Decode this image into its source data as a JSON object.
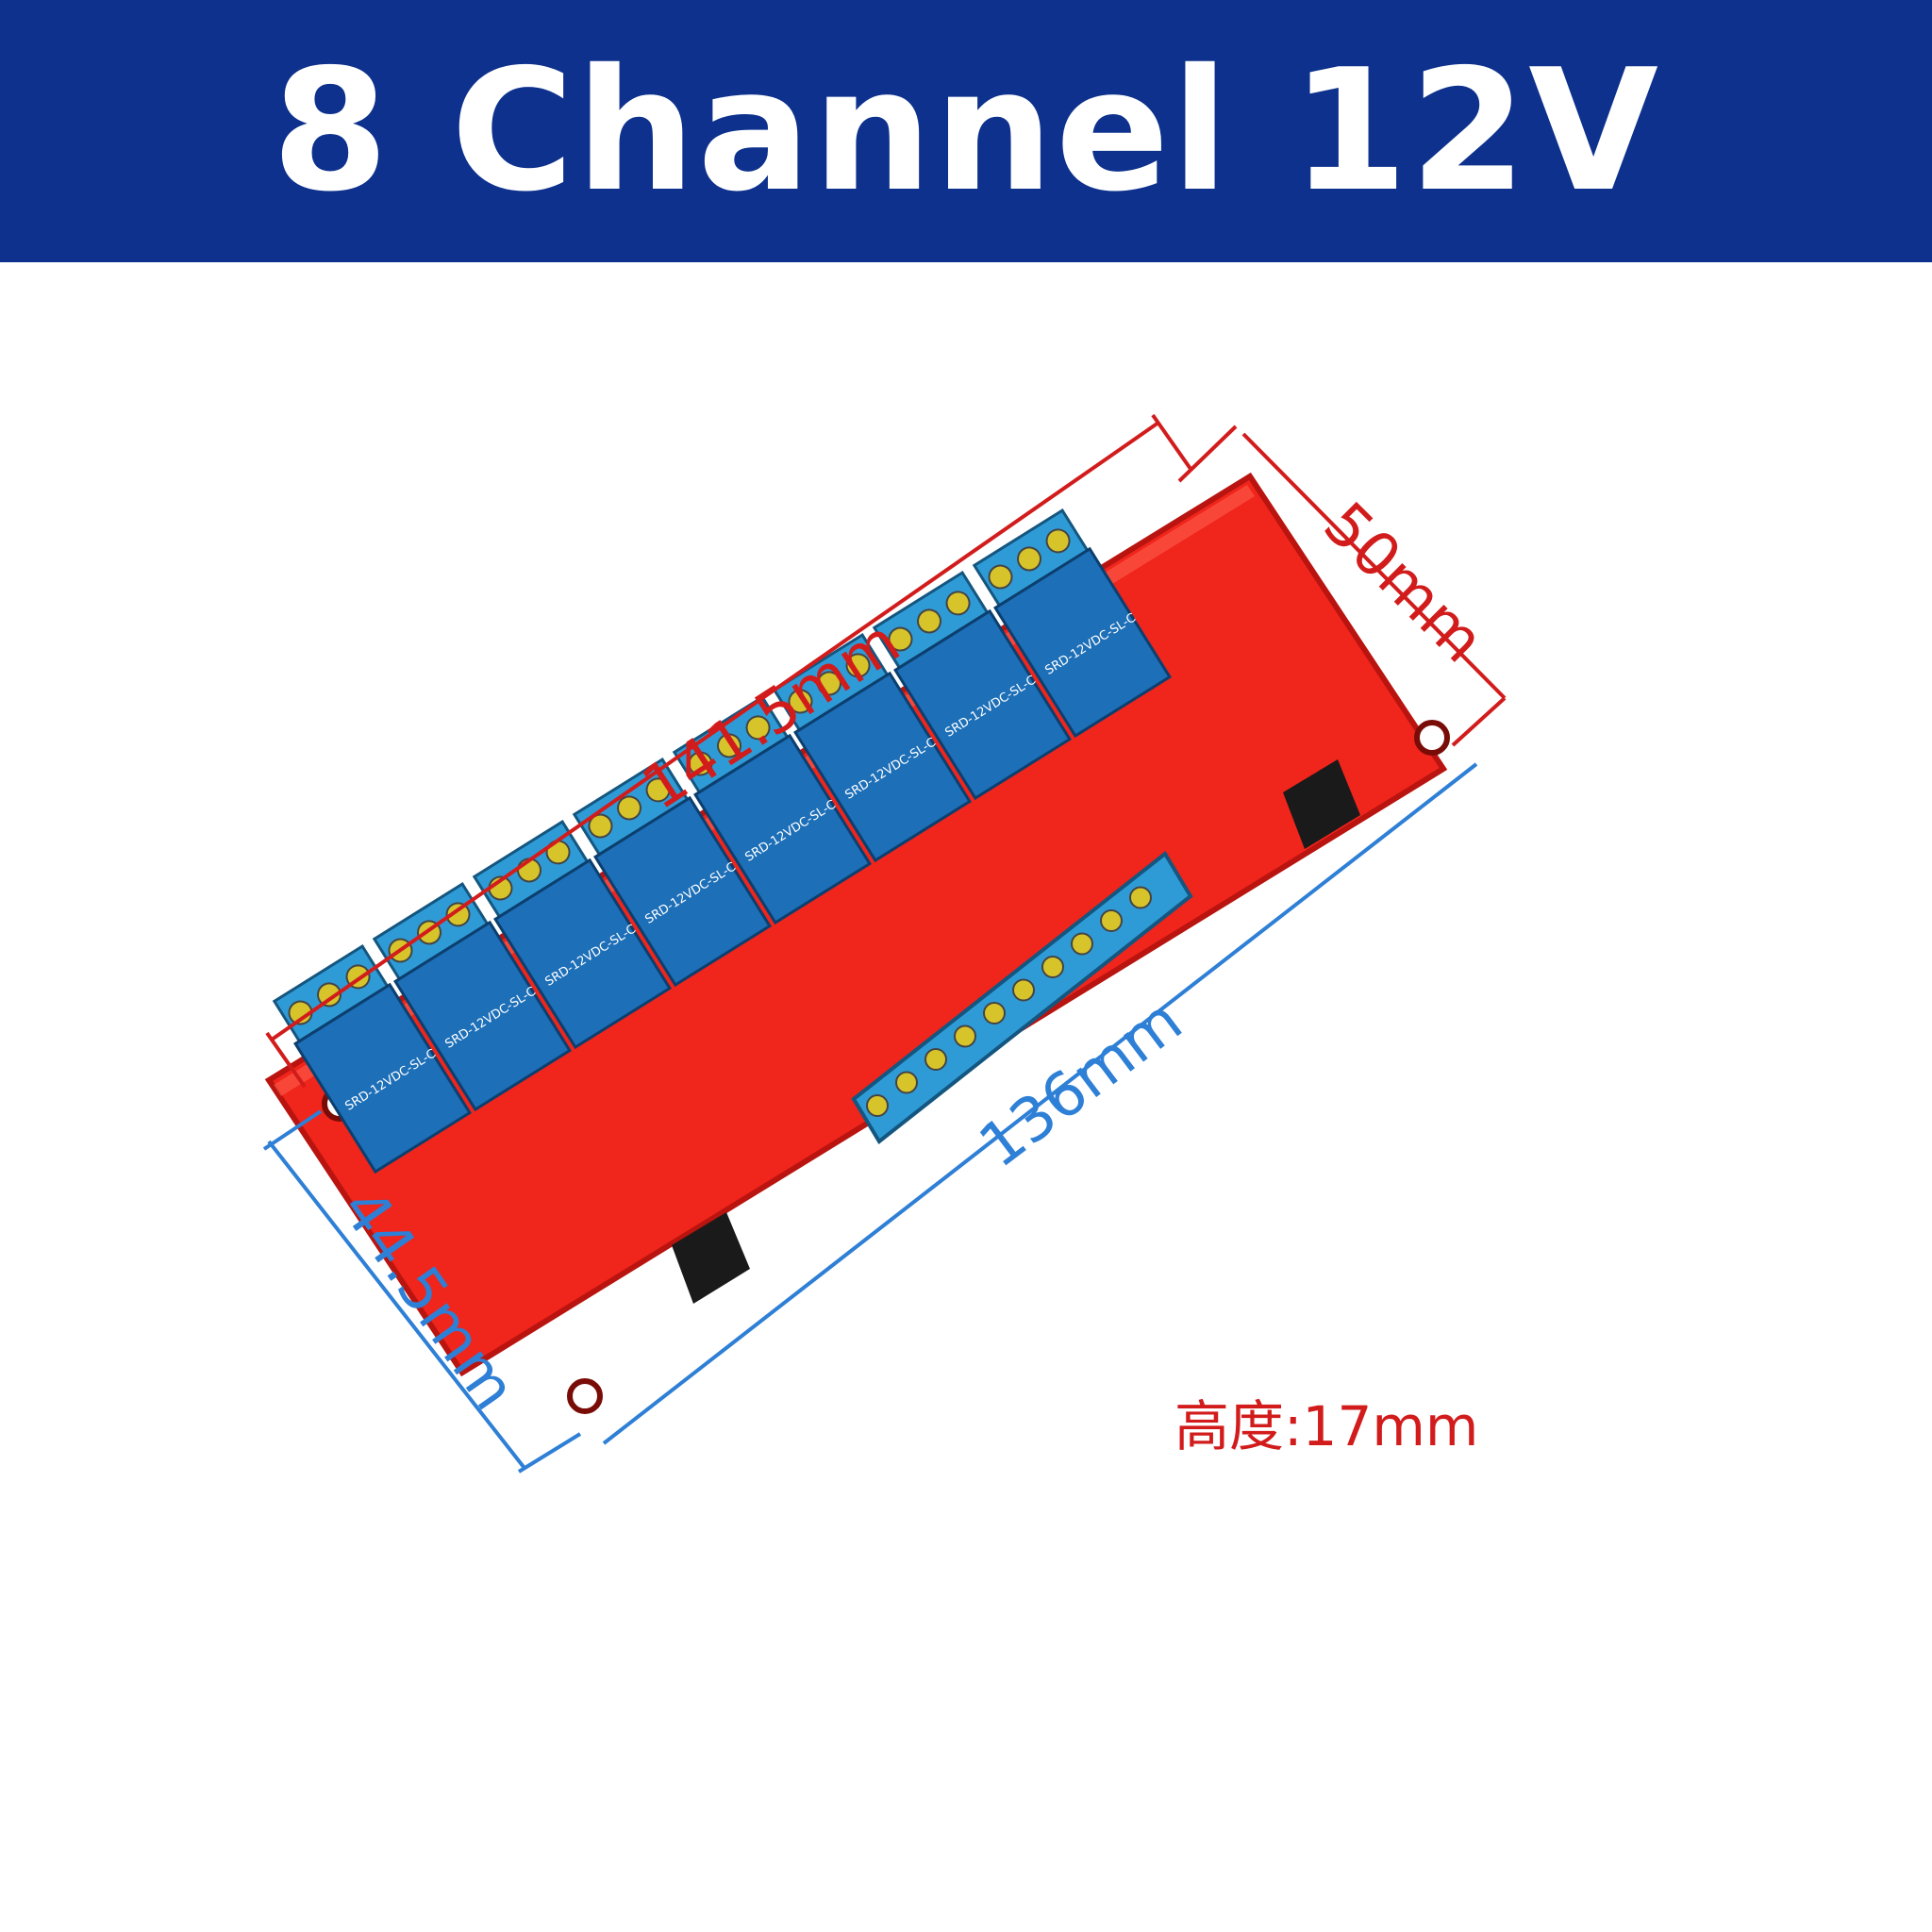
{
  "header": {
    "title": "8 Channel 12V"
  },
  "colors": {
    "banner": "#0d318c",
    "pcb": "#f0251c",
    "relay": "#1d6fb8",
    "terminal": "#2f9bd6",
    "dimension_red": "#d21c1c",
    "dimension_blue": "#2e7fd6"
  },
  "dimensions": {
    "length_outer": "141.5mm",
    "width_outer": "50mm",
    "length_inner": "136mm",
    "width_inner": "44.5mm",
    "height": "高度:17mm"
  },
  "relay": {
    "model": "SRD-12VDC-SL-C",
    "count": 8
  }
}
